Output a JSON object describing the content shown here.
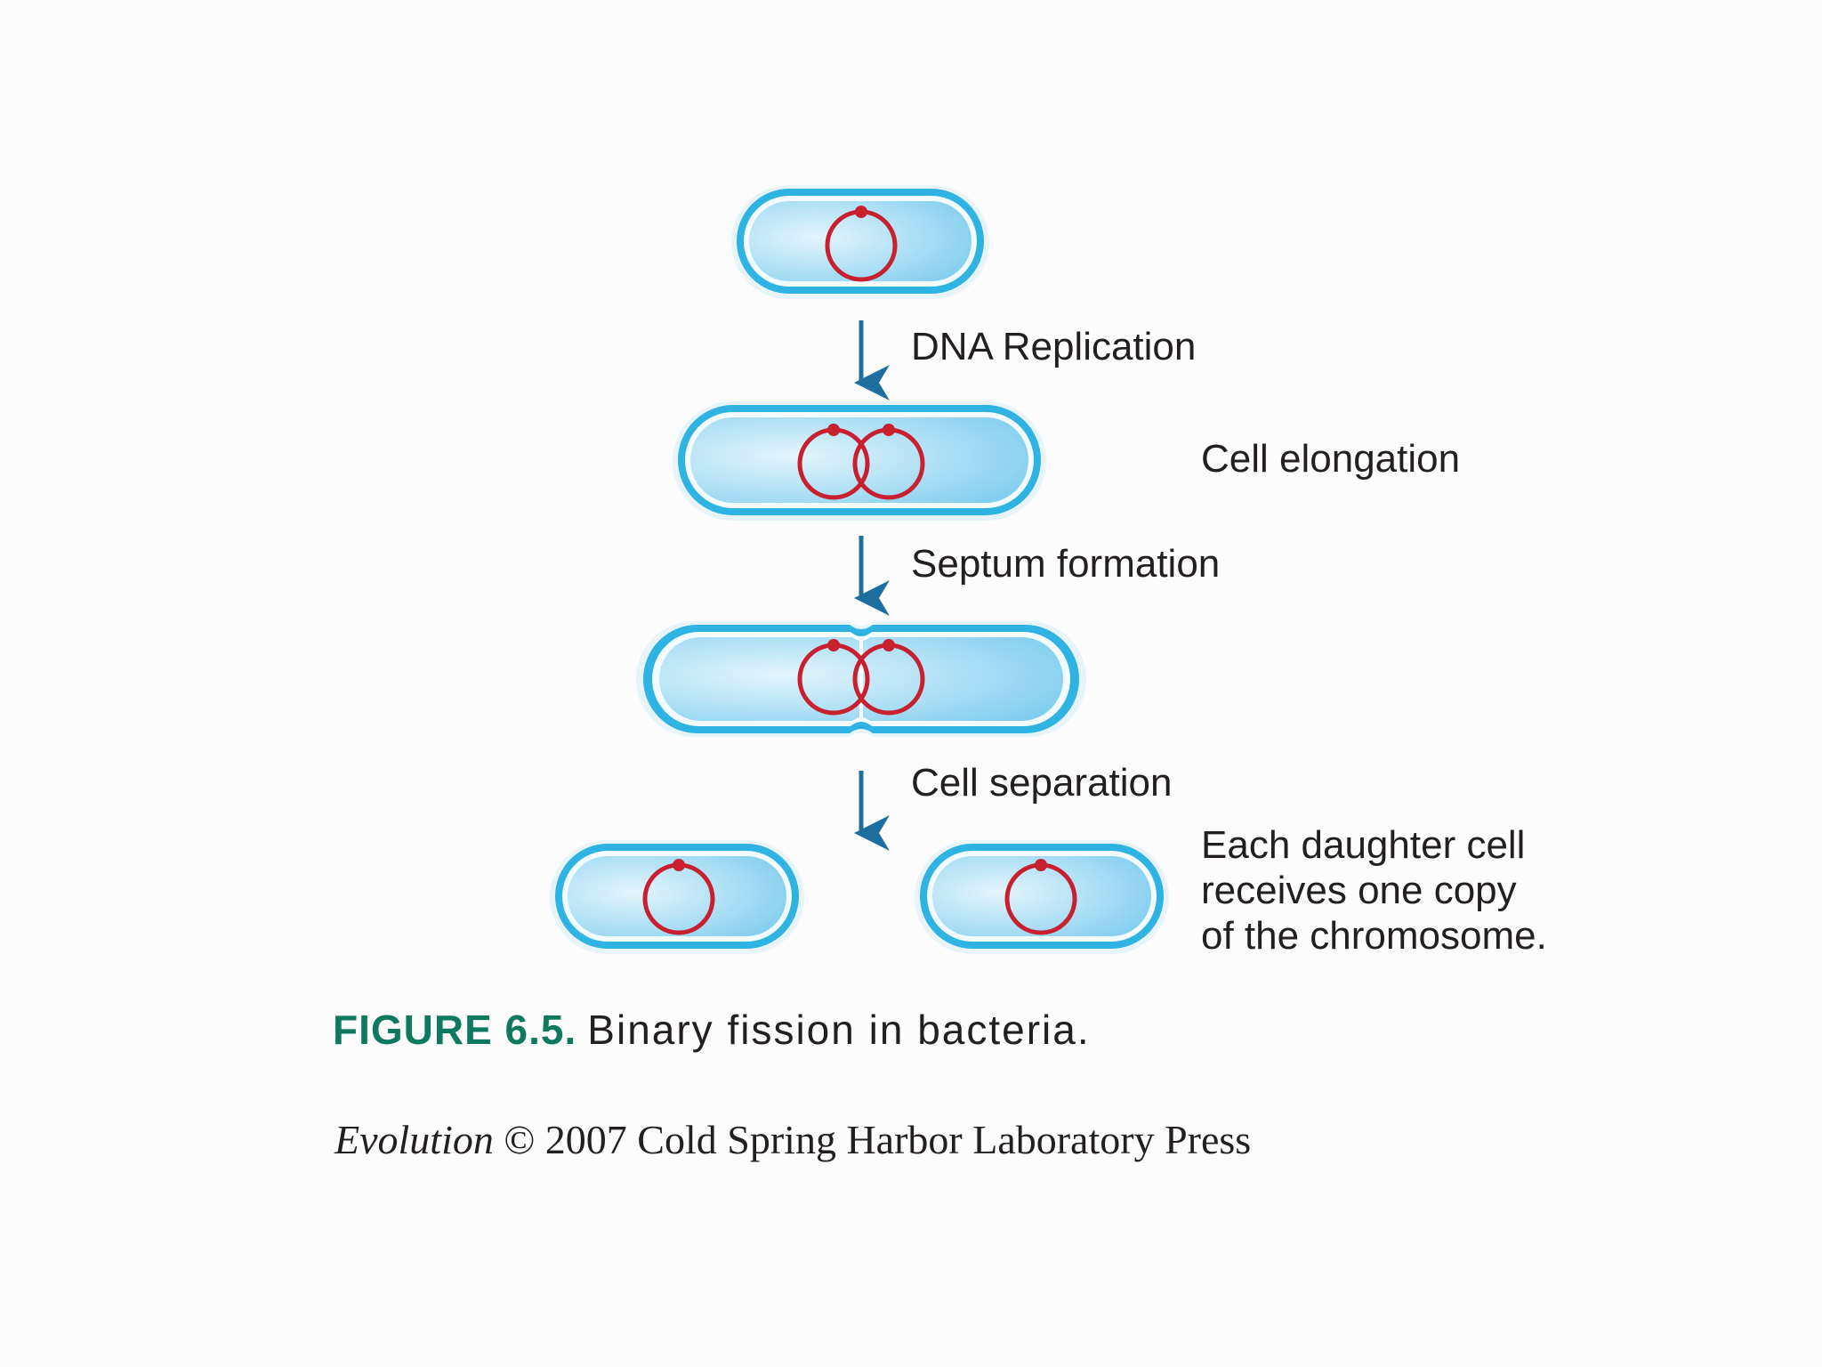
{
  "steps": {
    "dna_replication": "DNA Replication",
    "septum_formation": "Septum formation",
    "cell_separation": "Cell separation"
  },
  "notes": {
    "cell_elongation": "Cell elongation",
    "daughter_cell": [
      "Each daughter cell",
      "receives one copy",
      "of the chromosome."
    ]
  },
  "caption": {
    "figure_number": "FIGURE 6.5.",
    "figure_title": "Binary fission in bacteria."
  },
  "credit": {
    "book": "Evolution",
    "rest": " © 2007 Cold Spring Harbor Laboratory Press"
  },
  "colors": {
    "cell_fill": "#8fd3f2",
    "cell_fill_light": "#d6f0fb",
    "cell_wall": "#2eb3e3",
    "chromosome": "#c8202f",
    "arrow": "#1f6f9e",
    "caption_accent": "#0d7a5f"
  }
}
